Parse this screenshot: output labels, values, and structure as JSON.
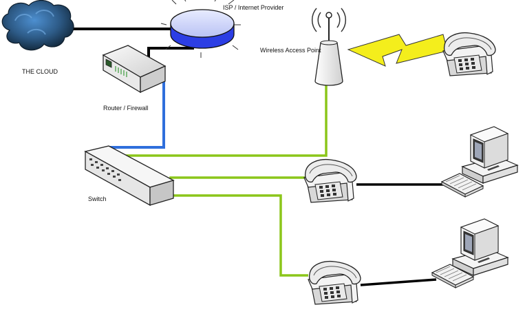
{
  "labels": {
    "cloud": "THE CLOUD",
    "isp": "ISP / Internet Provider",
    "router": "Router / Firewall",
    "wap": "Wireless Access Point",
    "switch": "Switch"
  },
  "colors": {
    "wan_link": "#000000",
    "router_switch_link": "#2f6fdc",
    "lan_link": "#8bc61a",
    "lightning": "#f4ee1c",
    "cloud": "#2e4e6c"
  },
  "icons": [
    "cloud-icon",
    "isp-hub-icon",
    "router-icon",
    "wireless-ap-icon",
    "lightning-icon",
    "telephone-icon",
    "switch-icon",
    "computer-icon"
  ]
}
